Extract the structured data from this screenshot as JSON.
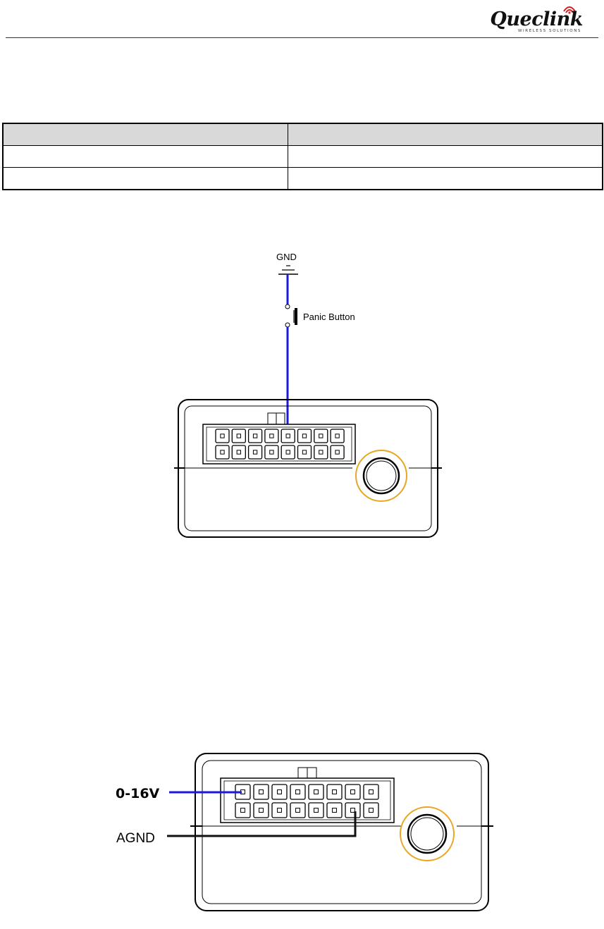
{
  "header": {
    "logo": {
      "name": "Queclink",
      "tagline": "WIRELESS SOLUTIONS",
      "icon": "signal-waves-icon"
    }
  },
  "colors": {
    "wire_blue": "#1a1adc",
    "button_ring": "#e8a623",
    "table_header": "#d9d9d9"
  },
  "figure1": {
    "gnd_label": "GND",
    "panic_label": "Panic Button"
  },
  "figure2": {
    "voltage_label": "0-16V",
    "agnd_label": "AGND"
  }
}
